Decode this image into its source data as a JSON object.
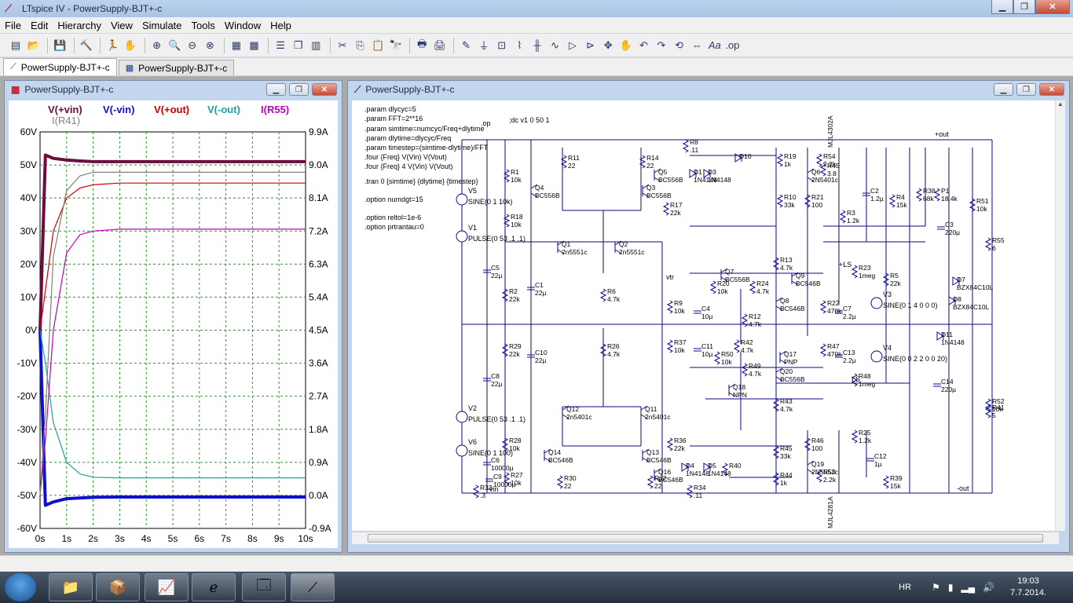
{
  "window": {
    "title": "LTspice IV - PowerSupply-BJT+-c",
    "app_icon": "ltspice-icon"
  },
  "menu": [
    "File",
    "Edit",
    "Hierarchy",
    "View",
    "Simulate",
    "Tools",
    "Window",
    "Help"
  ],
  "tabs": [
    {
      "label": "PowerSupply-BJT+-c",
      "icon": "schematic-icon",
      "active": true
    },
    {
      "label": "PowerSupply-BJT+-c",
      "icon": "waveform-icon",
      "active": false
    }
  ],
  "plot_window": {
    "title": "PowerSupply-BJT+-c"
  },
  "schematic_window": {
    "title": "PowerSupply-BJT+-c"
  },
  "traces": [
    {
      "name": "V(+vin)",
      "color": "#6b0e3c"
    },
    {
      "name": "V(-vin)",
      "color": "#1010cc"
    },
    {
      "name": "V(+out)",
      "color": "#cc0000"
    },
    {
      "name": "V(-out)",
      "color": "#1aa39b"
    },
    {
      "name": "I(R55)",
      "color": "#c000c0"
    },
    {
      "name": "I(R41)",
      "color": "#808080"
    }
  ],
  "chart_data": {
    "type": "line",
    "x": [
      0,
      0.2,
      0.5,
      1,
      1.5,
      2,
      3,
      4,
      5,
      6,
      7,
      8,
      9,
      10
    ],
    "xlim": [
      0,
      10
    ],
    "xticks": [
      "0s",
      "1s",
      "2s",
      "3s",
      "4s",
      "5s",
      "6s",
      "7s",
      "8s",
      "9s",
      "10s"
    ],
    "ylim": [
      -60,
      60
    ],
    "yticks": [
      "60V",
      "50V",
      "40V",
      "30V",
      "20V",
      "10V",
      "0V",
      "-10V",
      "-20V",
      "-30V",
      "-40V",
      "-50V",
      "-60V"
    ],
    "y2lim": [
      -0.9,
      9.9
    ],
    "y2ticks": [
      "9.9A",
      "9.0A",
      "8.1A",
      "7.2A",
      "6.3A",
      "5.4A",
      "4.5A",
      "3.6A",
      "2.7A",
      "1.8A",
      "0.9A",
      "0.0A",
      "-0.9A"
    ],
    "grid": true,
    "series": [
      {
        "name": "V(+vin)",
        "axis": "left",
        "values": [
          0,
          53,
          52,
          51.5,
          51.2,
          51,
          51,
          51,
          51,
          51,
          51,
          51,
          51,
          51
        ]
      },
      {
        "name": "V(-vin)",
        "axis": "left",
        "values": [
          0,
          -53,
          -52,
          -51,
          -50.8,
          -50.6,
          -50.5,
          -50.5,
          -50.5,
          -50.5,
          -50.5,
          -50.5,
          -50.5,
          -50.5
        ]
      },
      {
        "name": "V(+out)",
        "axis": "left",
        "values": [
          0,
          12,
          30,
          40,
          43,
          44,
          44.5,
          44.5,
          44.5,
          44.5,
          44.5,
          44.5,
          44.5,
          44.5
        ]
      },
      {
        "name": "V(-out)",
        "axis": "left",
        "values": [
          0,
          -10,
          -28,
          -40,
          -43.5,
          -44.5,
          -44.7,
          -44.7,
          -44.7,
          -44.7,
          -44.7,
          -44.7,
          -44.7,
          -44.7
        ]
      },
      {
        "name": "I(R55)",
        "axis": "right",
        "values": [
          0,
          1.5,
          4.5,
          6.6,
          7.1,
          7.2,
          7.25,
          7.25,
          7.25,
          7.25,
          7.25,
          7.25,
          7.25,
          7.25
        ]
      },
      {
        "name": "I(R41)",
        "axis": "right",
        "values": [
          0,
          2.2,
          6.5,
          8.3,
          8.7,
          8.8,
          8.8,
          8.8,
          8.8,
          8.8,
          8.8,
          8.8,
          8.8,
          8.8
        ]
      }
    ]
  },
  "schematic": {
    "directives": [
      ".param dlycyc=5",
      ".param FFT=2**16",
      ".param simtime=numcyc/Freq+dlytime",
      ".param dlytime=dlycyc/Freq",
      ".param timestep=(simtime-dlytime)/FFT",
      ".four {Freq} V(Vin) V(Vout)",
      ".four {Freq} 4 V(Vin) V(Vout)",
      ".tran 0 {simtime} {dlytime} {timestep}",
      ".option numdgt=15",
      ".option reltol=1e-6",
      ".option prtrantau=0"
    ],
    "op": ".op",
    "dc": ";dc v1 0 50 1",
    "net_labels": [
      "+out",
      "-out",
      "vtr",
      "+LS",
      "LS",
      "-vin"
    ],
    "sources": [
      "V5",
      "SINE(0 1 10k)",
      "V1",
      "PULSE(0 53 .1 .1)",
      "V2",
      "PULSE(0 53 .1 .1)",
      "V6",
      "SINE(0 1 100)",
      "V3",
      "SINE(0 1 4 0 0 0)",
      "V4",
      "SINE(0 0 2 2 0 0 20)"
    ],
    "components": [
      {
        "ref": "R1",
        "val": "10k"
      },
      {
        "ref": "R18",
        "val": "10k"
      },
      {
        "ref": "R11",
        "val": "22"
      },
      {
        "ref": "R14",
        "val": "22"
      },
      {
        "ref": "R8",
        "val": ".11"
      },
      {
        "ref": "D10",
        "val": ""
      },
      {
        "ref": "D1",
        "val": "1N4148"
      },
      {
        "ref": "D3",
        "val": "1N4148"
      },
      {
        "ref": "R19",
        "val": "1k"
      },
      {
        "ref": "R54",
        "val": "2.2k"
      },
      {
        "ref": "R45",
        "val": "3.8"
      },
      {
        "ref": "Q6",
        "val": "2N5401c"
      },
      {
        "ref": "R10",
        "val": "33k"
      },
      {
        "ref": "R21",
        "val": "100"
      },
      {
        "ref": "R3",
        "val": "1.2k"
      },
      {
        "ref": "C2",
        "val": "1.2µ"
      },
      {
        "ref": "R4",
        "val": "15k"
      },
      {
        "ref": "R38",
        "val": "68k"
      },
      {
        "ref": "P1",
        "val": "18.4k"
      },
      {
        "ref": "R51",
        "val": "10k"
      },
      {
        "ref": "C3",
        "val": "220µ"
      },
      {
        "ref": "R55",
        "val": "6"
      },
      {
        "ref": "Q4",
        "val": "BC556B"
      },
      {
        "ref": "Q3",
        "val": "BC556B"
      },
      {
        "ref": "Q5",
        "val": "BC556B"
      },
      {
        "ref": "R17",
        "val": "22k"
      },
      {
        "ref": "Q1",
        "val": "2n5551c"
      },
      {
        "ref": "Q2",
        "val": "2n5551c"
      },
      {
        "ref": "C5",
        "val": "22µ"
      },
      {
        "ref": "R2",
        "val": "22k"
      },
      {
        "ref": "C1",
        "val": "22µ"
      },
      {
        "ref": "R6",
        "val": "4.7k"
      },
      {
        "ref": "R13",
        "val": "4.7k"
      },
      {
        "ref": "Q9",
        "val": "BC546B"
      },
      {
        "ref": "R23",
        "val": "1meg"
      },
      {
        "ref": "R5",
        "val": "22k"
      },
      {
        "ref": "Q7",
        "val": "BC556B"
      },
      {
        "ref": "R20",
        "val": "10k"
      },
      {
        "ref": "R24",
        "val": "4.7k"
      },
      {
        "ref": "Q8",
        "val": "BC546B"
      },
      {
        "ref": "R9",
        "val": "10k"
      },
      {
        "ref": "C4",
        "val": "10µ"
      },
      {
        "ref": "R12",
        "val": "4.7k"
      },
      {
        "ref": "R22",
        "val": "470k"
      },
      {
        "ref": "C7",
        "val": "2.2µ"
      },
      {
        "ref": "D7",
        "val": "BZX84C10L"
      },
      {
        "ref": "D8",
        "val": "BZX84C10L"
      },
      {
        "ref": "D11",
        "val": "1N4148"
      },
      {
        "ref": "R29",
        "val": "22k"
      },
      {
        "ref": "C10",
        "val": "22µ"
      },
      {
        "ref": "R26",
        "val": "4.7k"
      },
      {
        "ref": "R37",
        "val": "10k"
      },
      {
        "ref": "C11",
        "val": "10µ"
      },
      {
        "ref": "R50",
        "val": "10k"
      },
      {
        "ref": "R42",
        "val": "4.7k"
      },
      {
        "ref": "Q17",
        "val": "PNP"
      },
      {
        "ref": "R47",
        "val": "470k"
      },
      {
        "ref": "C13",
        "val": "2.2µ"
      },
      {
        "ref": "R49",
        "val": "4.7k"
      },
      {
        "ref": "Q20",
        "val": "BC556B"
      },
      {
        "ref": "R48",
        "val": "1meg"
      },
      {
        "ref": "Q18",
        "val": "NPN"
      },
      {
        "ref": "C8",
        "val": "22µ"
      },
      {
        "ref": "C14",
        "val": "220µ"
      },
      {
        "ref": "R43",
        "val": "4.7k"
      },
      {
        "ref": "Q12",
        "val": "2n5401c"
      },
      {
        "ref": "Q11",
        "val": "2n5401c"
      },
      {
        "ref": "R52",
        "val": "10k"
      },
      {
        "ref": "R41",
        "val": "5"
      },
      {
        "ref": "R28",
        "val": "10k"
      },
      {
        "ref": "R25",
        "val": "1.2k"
      },
      {
        "ref": "R36",
        "val": "22k"
      },
      {
        "ref": "R45",
        "val": "33k"
      },
      {
        "ref": "R46",
        "val": "100"
      },
      {
        "ref": "Q14",
        "val": "BC546B"
      },
      {
        "ref": "Q13",
        "val": "BC546B"
      },
      {
        "ref": "Q16",
        "val": "BC546B"
      },
      {
        "ref": "D4",
        "val": "1N4148"
      },
      {
        "ref": "D5",
        "val": "1N4148"
      },
      {
        "ref": "R40",
        "val": ""
      },
      {
        "ref": "Q19",
        "val": "2N5551c"
      },
      {
        "ref": "C12",
        "val": "1µ"
      },
      {
        "ref": "R27",
        "val": "10k"
      },
      {
        "ref": "C9",
        "val": "10000µ"
      },
      {
        "ref": "R30",
        "val": "22"
      },
      {
        "ref": "R32",
        "val": "22"
      },
      {
        "ref": "R44",
        "val": "1k"
      },
      {
        "ref": "R53",
        "val": "2.2k"
      },
      {
        "ref": "R39",
        "val": "15k"
      },
      {
        "ref": "R33",
        "val": ".3"
      },
      {
        "ref": "R34",
        "val": ".11"
      },
      {
        "ref": "C6",
        "val": "10000µ"
      }
    ],
    "power_transistors": [
      "MJL4302A",
      "MJL4281A"
    ]
  },
  "taskbar": {
    "apps": [
      {
        "name": "explorer",
        "icon": "folder-icon"
      },
      {
        "name": "app",
        "icon": "package-icon"
      },
      {
        "name": "scope",
        "icon": "scope-icon"
      },
      {
        "name": "ie",
        "icon": "ie-icon"
      },
      {
        "name": "window",
        "icon": "window-icon"
      },
      {
        "name": "ltspice",
        "icon": "ltspice-icon",
        "active": true
      }
    ],
    "lang": "HR",
    "time": "19:03",
    "date": "7.7.2014."
  }
}
